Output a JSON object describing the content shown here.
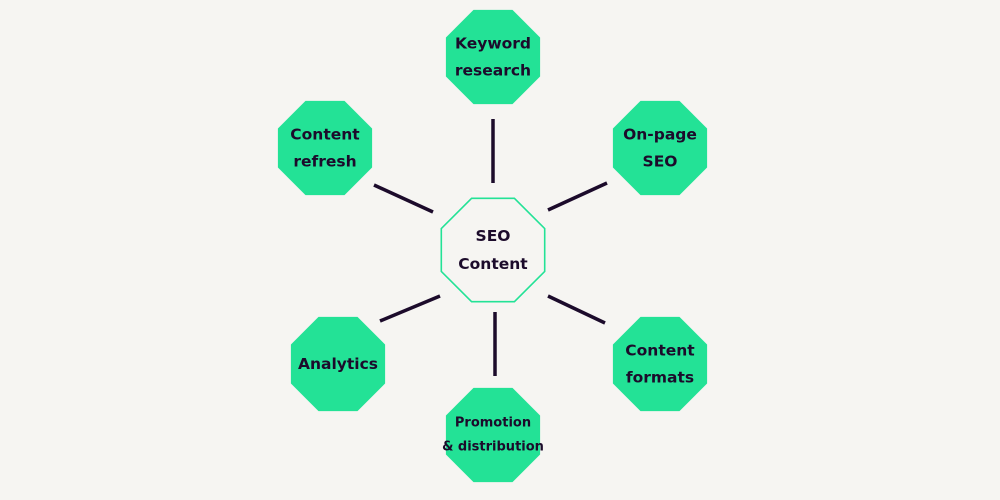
{
  "diagram": {
    "colors": {
      "background": "#f6f5f2",
      "node_fill": "#23e296",
      "center_stroke": "#23e296",
      "center_fill": "#f6f5f2",
      "connector": "#1c0b2b",
      "text": "#1c0b2b"
    },
    "center": {
      "lines": [
        "SEO",
        "Content"
      ]
    },
    "nodes": [
      {
        "id": "keyword-research",
        "lines": [
          "Keyword",
          "research"
        ]
      },
      {
        "id": "on-page-seo",
        "lines": [
          "On-page",
          "SEO"
        ]
      },
      {
        "id": "content-formats",
        "lines": [
          "Content",
          "formats"
        ]
      },
      {
        "id": "promotion-distribution",
        "lines": [
          "Promotion",
          "& distribution"
        ]
      },
      {
        "id": "analytics",
        "lines": [
          "Analytics"
        ]
      },
      {
        "id": "content-refresh",
        "lines": [
          "Content",
          "refresh"
        ]
      }
    ]
  }
}
